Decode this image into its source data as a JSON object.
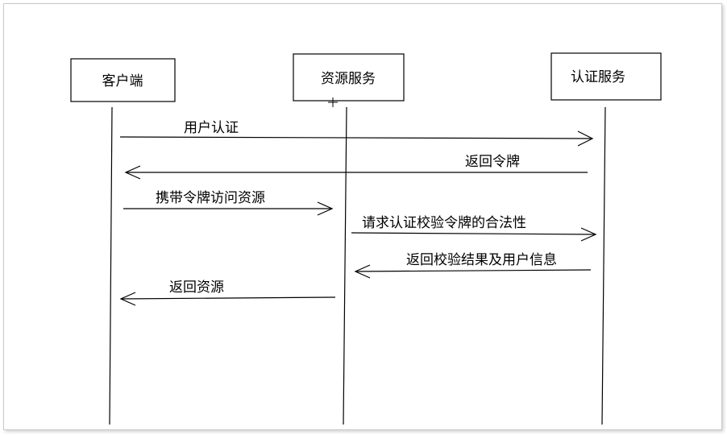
{
  "participants": [
    {
      "id": "client",
      "label": "客户端"
    },
    {
      "id": "resource",
      "label": "资源服务"
    },
    {
      "id": "auth",
      "label": "认证服务"
    }
  ],
  "messages": [
    {
      "from": "client",
      "to": "auth",
      "label": "用户认证"
    },
    {
      "from": "auth",
      "to": "client",
      "label": "返回令牌"
    },
    {
      "from": "client",
      "to": "resource",
      "label": "携带令牌访问资源"
    },
    {
      "from": "resource",
      "to": "auth",
      "label": "请求认证校验令牌的合法性"
    },
    {
      "from": "auth",
      "to": "resource",
      "label": "返回校验结果及用户信息"
    },
    {
      "from": "resource",
      "to": "client",
      "label": "返回资源"
    }
  ]
}
